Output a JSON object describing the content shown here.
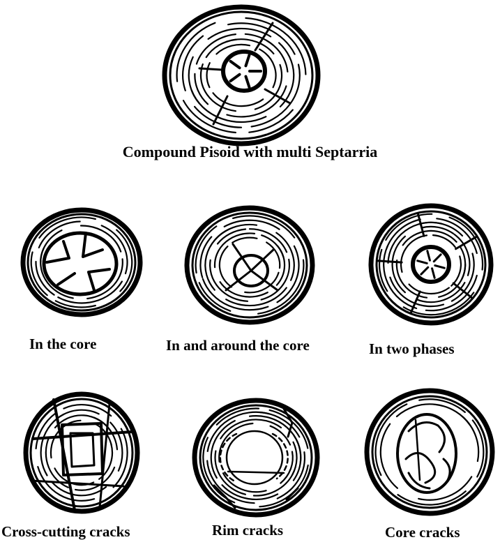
{
  "figure": {
    "title": "Compound Pisoid with multi Septarria",
    "items": [
      {
        "label": "In the core",
        "icon": "pisoid-core-septaria-icon"
      },
      {
        "label": "In and around the core",
        "icon": "pisoid-core-and-around-septaria-icon"
      },
      {
        "label": "In two phases",
        "icon": "pisoid-two-phase-septaria-icon"
      },
      {
        "label": "Cross-cutting cracks",
        "icon": "pisoid-cross-cutting-cracks-icon"
      },
      {
        "label": "Rim cracks",
        "icon": "pisoid-rim-cracks-icon"
      },
      {
        "label": "Core cracks",
        "icon": "pisoid-core-cracks-icon"
      }
    ],
    "ink_color": "#000000",
    "background": "#ffffff"
  }
}
